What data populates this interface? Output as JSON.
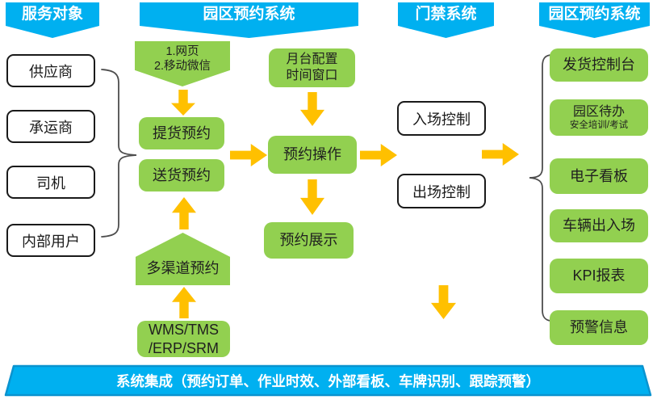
{
  "colors": {
    "banner_blue": "#00B0F0",
    "box_green": "#92D050",
    "arrow_orange": "#FFC000",
    "footer_border": "#0a93cf",
    "brace_gray": "#4d4d4d"
  },
  "banners": {
    "service": "服务对象",
    "reservation": "园区预约系统",
    "gate": "门禁系统",
    "reservation_right": "园区预约系统"
  },
  "service_objects": {
    "items": [
      "供应商",
      "承运商",
      "司机",
      "内部用户"
    ]
  },
  "booking": {
    "channel_line1": "1.网页",
    "channel_line2": "2.移动微信",
    "pickup": "提货预约",
    "delivery": "送货预约",
    "multi_channel": "多渠道预约",
    "external_line1": "WMS/TMS",
    "external_line2": "/ERP/SRM"
  },
  "operation": {
    "dock_line1": "月台配置",
    "dock_line2": "时间窗口",
    "operate": "预约操作",
    "display": "预约展示"
  },
  "gate_control": {
    "entry": "入场控制",
    "exit": "出场控制"
  },
  "outputs": [
    {
      "line1": "发货控制台",
      "line2": ""
    },
    {
      "line1": "园区待办",
      "line2": "安全培训/考试"
    },
    {
      "line1": "电子看板",
      "line2": ""
    },
    {
      "line1": "车辆出入场",
      "line2": ""
    },
    {
      "line1": "KPI报表",
      "line2": ""
    },
    {
      "line1": "预警信息",
      "line2": ""
    }
  ],
  "footer": {
    "label": "系统集成（预约订单、作业时效、外部看板、车牌识别、跟踪预警）"
  }
}
